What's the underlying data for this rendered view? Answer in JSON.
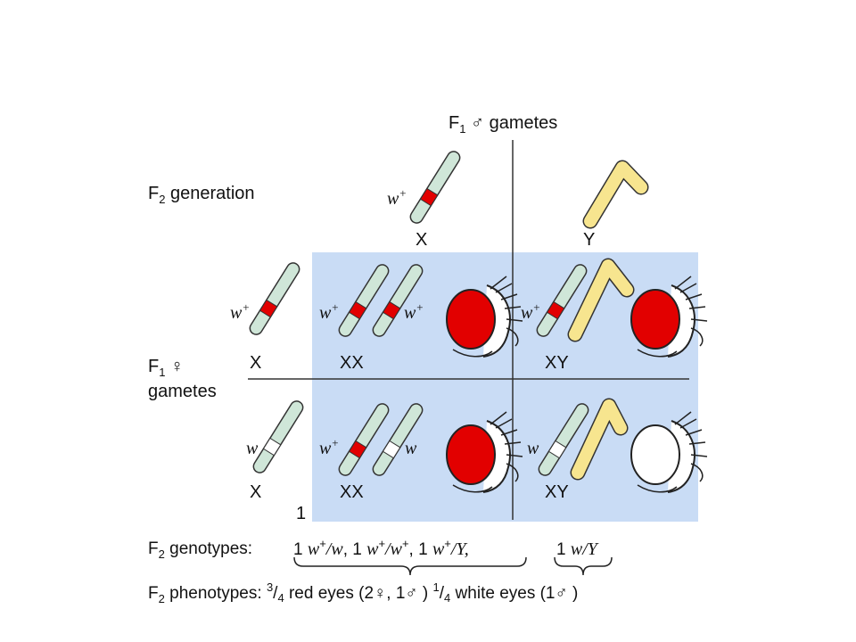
{
  "diagram": {
    "colors": {
      "cell_bg": "#c9dcf5",
      "chrom_x": "#cfe6d8",
      "chrom_y": "#f7e58f",
      "allele_red": "#e20000",
      "eye_red": "#e20000",
      "eye_white": "#ffffff"
    },
    "generation_label": {
      "prefix": "F",
      "sub": "2",
      "text": " generation"
    },
    "male_gametes_label": {
      "prefix": "F",
      "sub": "1",
      "symbol": " ♂",
      "text": " gametes"
    },
    "female_gametes_label": {
      "prefix": "F",
      "sub": "1",
      "symbol": " ♀",
      "line2": "gametes"
    },
    "male_gametes": [
      {
        "chrom": "X",
        "allele": "w",
        "allele_sup": "+"
      },
      {
        "chrom": "Y"
      }
    ],
    "female_gametes": [
      {
        "chrom": "X",
        "allele": "w",
        "allele_sup": "+"
      },
      {
        "chrom": "X",
        "allele": "w",
        "allele_sup": ""
      }
    ],
    "cells": [
      {
        "genotype": "XX",
        "allele1": "w",
        "allele1_sup": "+",
        "allele2": "w",
        "allele2_sup": "+",
        "eye": "red"
      },
      {
        "genotype": "XY",
        "allele1": "w",
        "allele1_sup": "+",
        "eye": "red"
      },
      {
        "genotype": "XX",
        "allele1": "w",
        "allele1_sup": "+",
        "allele2": "w",
        "allele2_sup": "",
        "eye": "red"
      },
      {
        "genotype": "XY",
        "allele1": "w",
        "allele1_sup": "",
        "eye": "white"
      }
    ],
    "corner_number": "1",
    "genotypes_row": {
      "label_prefix": "F",
      "label_sub": "2",
      "label_text": " genotypes:",
      "g1_count": "1 ",
      "g1_a": "w",
      "g1_sup": "+",
      "g1_b": "/w",
      "g2_count": ", 1 ",
      "g2_a": "w",
      "g2_sup": "+",
      "g2_b": "/w",
      "g2_sup2": "+",
      "g3_count": ", 1 ",
      "g3_a": "w",
      "g3_sup": "+",
      "g3_b": "/Y,",
      "g4_count": "1 ",
      "g4_a": "w",
      "g4_b": "/Y"
    },
    "phenotypes_row": {
      "label_prefix": "F",
      "label_sub": "2",
      "label_text": " phenotypes:",
      "red_num": "3",
      "red_den": "4",
      "red_text": " red eyes (2♀, 1♂ )",
      "white_num": "1",
      "white_den": "4",
      "white_text": " white eyes (1♂ )"
    }
  }
}
